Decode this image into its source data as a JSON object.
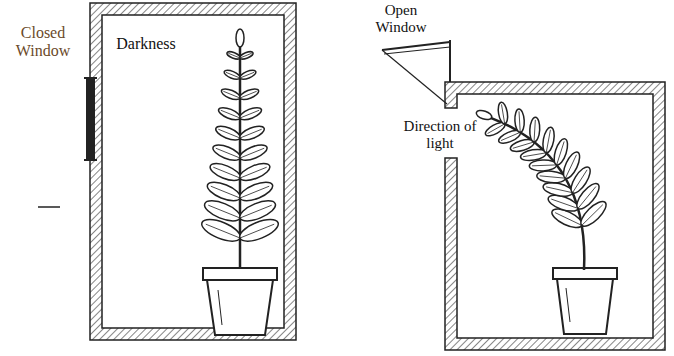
{
  "diagram": {
    "labels": [
      "Closed Window",
      "Darkness",
      "Open Window",
      "Direction of light"
    ]
  }
}
